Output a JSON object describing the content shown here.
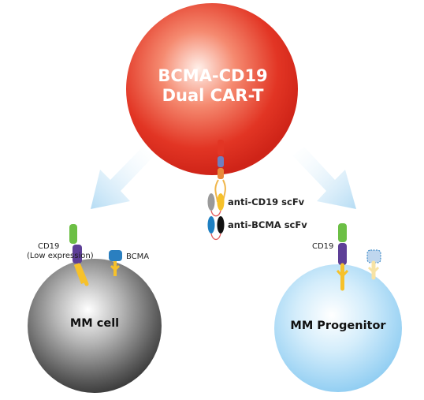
{
  "car_t": {
    "title_line1": "BCMA-CD19",
    "title_line2": "Dual CAR-T"
  },
  "legend": {
    "cd19_scfv": "anti-CD19 scFv",
    "bcma_scfv": "anti-BCMA scFv"
  },
  "mm_cell": {
    "label": "MM cell",
    "cd19_line1": "CD19",
    "cd19_line2": "(Low expression)",
    "bcma": "BCMA"
  },
  "mm_progenitor": {
    "label": "MM Progenitor",
    "cd19": "CD19"
  },
  "colors": {
    "car_t_cell": "#e23524",
    "mm_cell": "#6b6b6b",
    "progenitor_cell": "#a9d8f5",
    "arrow": "#bfe2f6",
    "receptor_green": "#6cbf45",
    "receptor_purple": "#5d3f97",
    "receptor_yellow": "#f6c12a",
    "bcma_blue": "#2a7fc0"
  }
}
